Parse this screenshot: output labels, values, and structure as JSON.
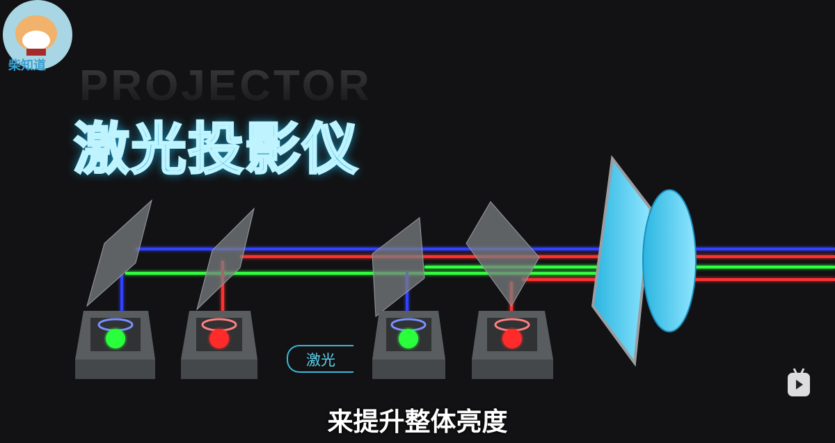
{
  "channel_logo": {
    "text": "柴知道"
  },
  "background_title": "PROJECTOR",
  "title": "激光投影仪",
  "diagram_label": "激光",
  "subtitle": "来提升整体亮度",
  "watermark": {
    "icon": "bilibili-tv-icon"
  },
  "colors": {
    "accent": "#3ab9dc",
    "blue_beam": "#2a3cff",
    "red_beam": "#ff2a2a",
    "green_beam": "#2aff3a",
    "background": "#121214"
  }
}
